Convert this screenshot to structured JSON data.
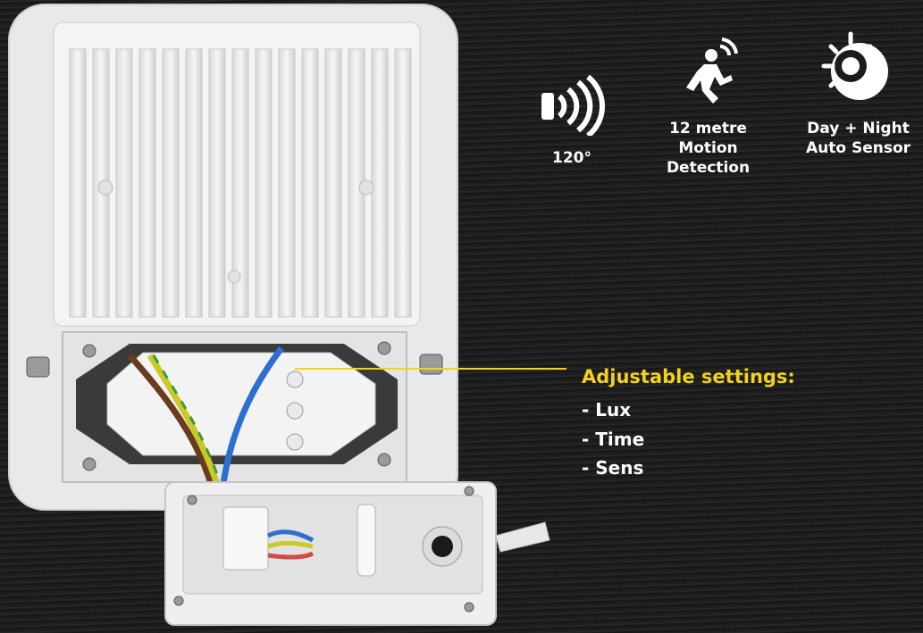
{
  "features": [
    {
      "icon": "signal-waves-icon",
      "label": "120°"
    },
    {
      "icon": "running-person-motion-icon",
      "label": "12 metre\nMotion\nDetection"
    },
    {
      "icon": "sun-moon-icon",
      "label": "Day + Night\nAuto Sensor"
    }
  ],
  "callout": {
    "title": "Adjustable settings:",
    "items": [
      "- Lux",
      "- Time",
      "- Sens"
    ],
    "accent_color": "#f2d21a"
  },
  "product": {
    "icon": "floodlight-sensor-housing-photo"
  }
}
